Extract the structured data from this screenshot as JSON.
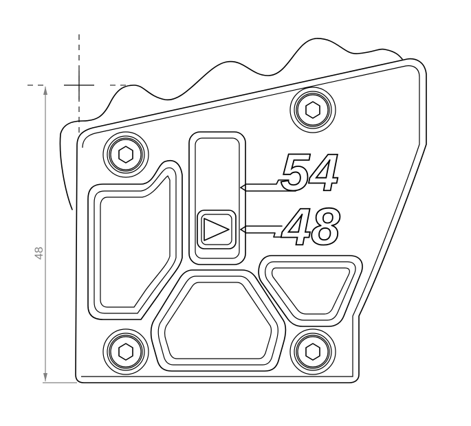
{
  "drawing": {
    "type": "CAD technical drawing - machined bracket plate",
    "dimension": {
      "value": "48",
      "orientation": "vertical",
      "color": "#808080"
    },
    "engraved_labels": [
      {
        "text": "54"
      },
      {
        "text": "48"
      }
    ],
    "indicator_icon": "play-triangle-icon",
    "fasteners": [
      {
        "name": "bolt-top-left"
      },
      {
        "name": "bolt-top-right"
      },
      {
        "name": "bolt-bottom-left"
      },
      {
        "name": "bolt-bottom-right"
      }
    ],
    "pockets": [
      "left-pocket",
      "center-slot",
      "center-hex-pocket",
      "right-trapezoid-pocket"
    ],
    "line_color": "#000000",
    "background": "#ffffff"
  }
}
